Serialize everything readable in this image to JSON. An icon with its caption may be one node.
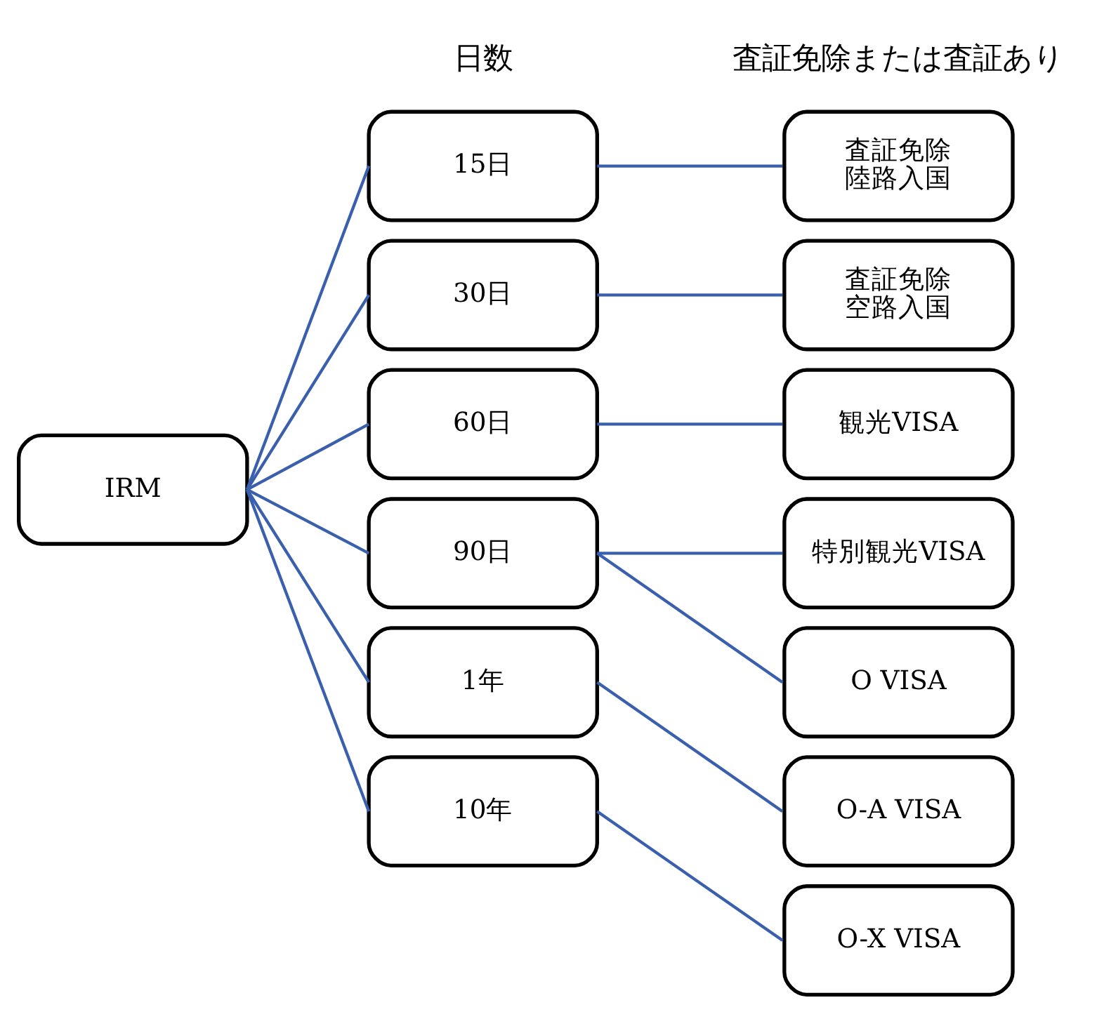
{
  "diagram": {
    "nodes": [
      {
        "text": [
          "IRM"
        ]
      },
      {
        "text": [
          "15日"
        ]
      },
      {
        "text": [
          "30日"
        ]
      },
      {
        "text": [
          "60日"
        ]
      },
      {
        "text": [
          "90日"
        ]
      },
      {
        "text": [
          "1年"
        ]
      },
      {
        "text": [
          "10年"
        ]
      },
      {
        "text": [
          "査証免除",
          "陸路入国"
        ]
      },
      {
        "text": [
          "査証免除",
          "空路入国"
        ]
      },
      {
        "text": [
          "観光VISA"
        ]
      },
      {
        "text": [
          "特別観光VISA"
        ]
      },
      {
        "text": [
          "O VISA"
        ]
      },
      {
        "text": [
          "O-A VISA"
        ]
      },
      {
        "text": [
          "O-X VISA"
        ]
      }
    ],
    "edges": [
      {
        "from": 0,
        "to": 1,
        "arrow": "none"
      },
      {
        "from": 0,
        "to": 2,
        "arrow": "none"
      },
      {
        "from": 0,
        "to": 3,
        "arrow": "none"
      },
      {
        "from": 0,
        "to": 4,
        "arrow": "none"
      },
      {
        "from": 0,
        "to": 5,
        "arrow": "none"
      },
      {
        "from": 0,
        "to": 6,
        "arrow": "none"
      },
      {
        "from": 1,
        "to": 7,
        "arrow": "none"
      },
      {
        "from": 2,
        "to": 8,
        "arrow": "none"
      },
      {
        "from": 3,
        "to": 9,
        "arrow": "none"
      },
      {
        "from": 4,
        "to": 10,
        "arrow": "none"
      },
      {
        "from": 4,
        "to": 11,
        "arrow": "none"
      },
      {
        "from": 5,
        "to": 12,
        "arrow": "none"
      },
      {
        "from": 6,
        "to": 13,
        "arrow": "none"
      }
    ],
    "labels": [
      "日数",
      "査証免除または査証あり"
    ]
  }
}
